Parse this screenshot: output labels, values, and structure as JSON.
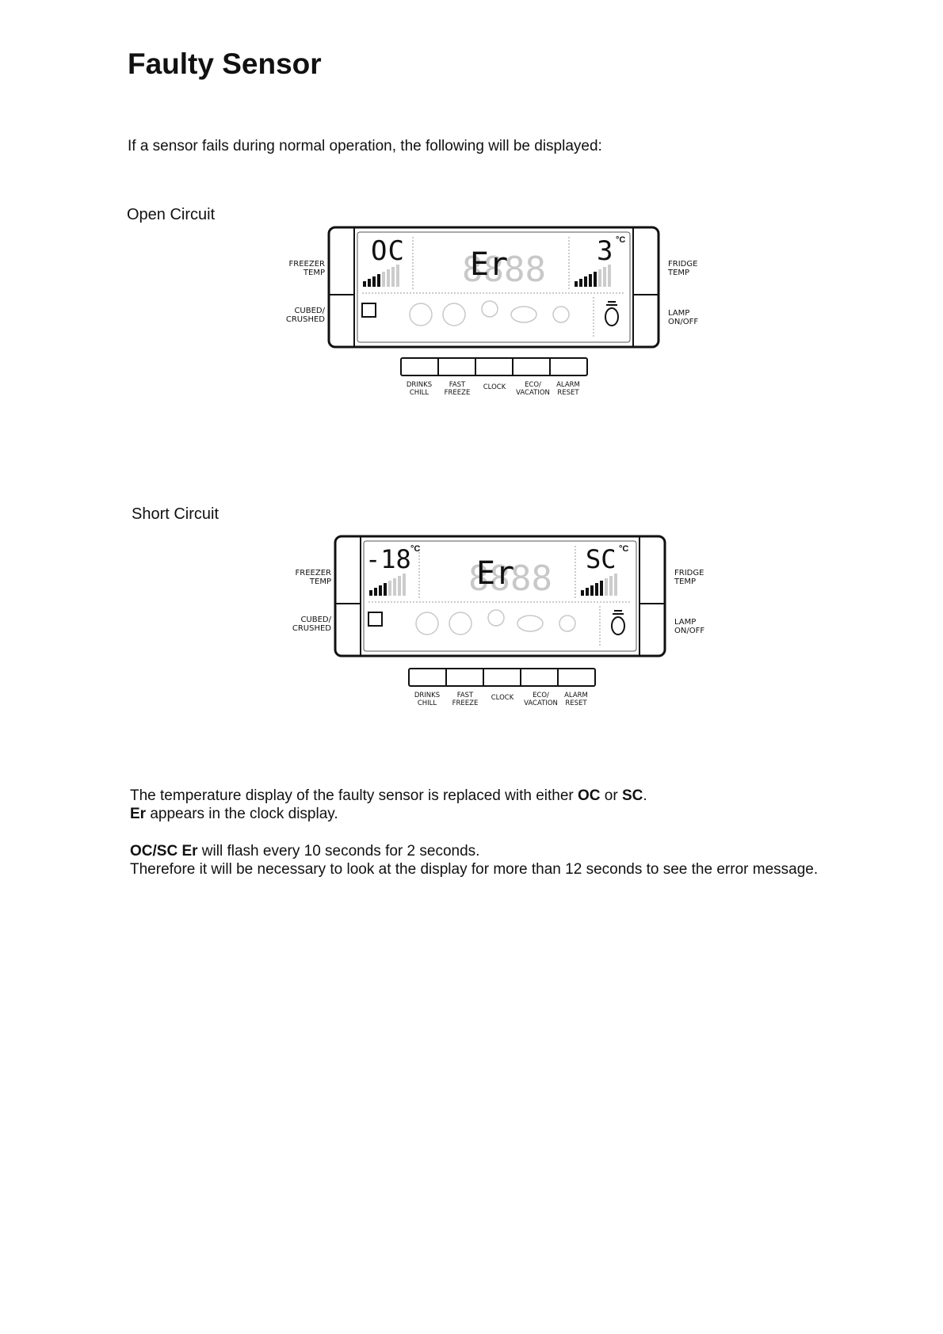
{
  "title": "Faulty Sensor",
  "intro": "If a sensor fails during normal operation, the following will be displayed:",
  "sections": [
    {
      "label": "Open Circuit",
      "display": {
        "freezer_value": "OC",
        "fridge_value": "3",
        "clock_value": "Er",
        "unit": "°C",
        "left_top": "FREEZER\nTEMP",
        "left_bottom": "CUBED/\nCRUSHED",
        "right_top": "FRIDGE\nTEMP",
        "right_bottom": "LAMP\nON/OFF"
      }
    },
    {
      "label": "Short Circuit",
      "display": {
        "freezer_value": "-18",
        "fridge_value": "SC",
        "clock_value": "Er",
        "unit": "°C",
        "left_top": "FREEZER\nTEMP",
        "left_bottom": "CUBED/\nCRUSHED",
        "right_top": "FRIDGE\nTEMP",
        "right_bottom": "LAMP\nON/OFF"
      }
    }
  ],
  "buttons": [
    {
      "label": "DRINKS\nCHILL"
    },
    {
      "label": "FAST\nFREEZE"
    },
    {
      "label": "CLOCK"
    },
    {
      "label": "ECO/\nVACATION"
    },
    {
      "label": "ALARM\nRESET"
    }
  ],
  "body": {
    "line1_pre": "The temperature display of the faulty sensor is replaced with either ",
    "line1_oc": "OC",
    "line1_or": " or ",
    "line1_sc": "SC",
    "line1_end": ".",
    "line2_er": "Er",
    "line2_rest": " appears in the clock display.",
    "line3_bold": "OC/SC Er",
    "line3_rest": " will flash every 10 seconds for 2 seconds.",
    "line4": "Therefore it will be necessary to look at the display for more than 12 seconds to see the error message."
  },
  "colors": {
    "ink": "#111111",
    "lcd_faint": "#b8b8b8"
  }
}
